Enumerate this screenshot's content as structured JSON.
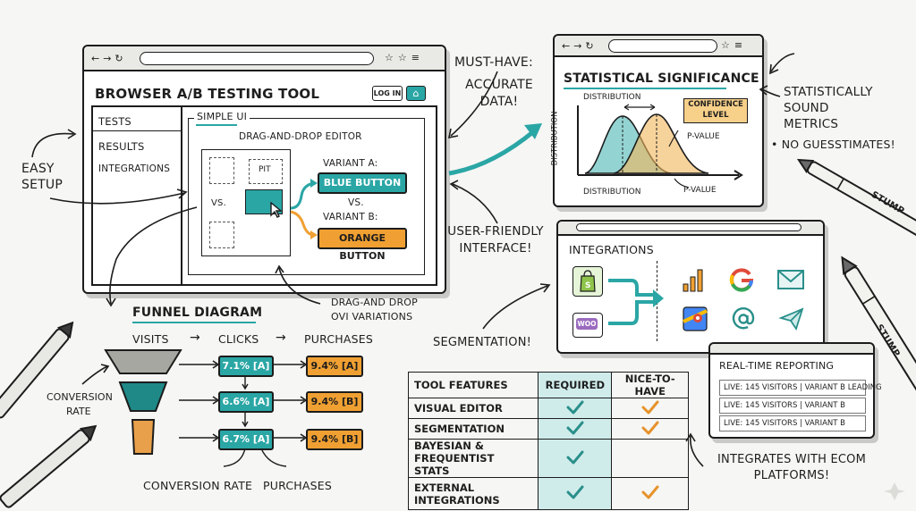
{
  "main_browser": {
    "title": "BROWSER A/B TESTING TOOL",
    "login_label": "LOG IN",
    "home_icon": "home-icon",
    "sidebar_items": [
      "TESTS",
      "RESULTS",
      "INTEGRATIONS"
    ],
    "panel_title": "SIMPLE UI",
    "editor_label": "DRAG-AND-DROP EDITOR",
    "box_label_vs": "VS.",
    "box_label_pit": "PIT",
    "variant_a_label": "VARIANT A:",
    "variant_a_button": "BLUE BUTTON",
    "variant_vs": "VS.",
    "variant_b_label": "VARIANT B:",
    "variant_b_button": "ORANGE BUTTON"
  },
  "annotations": {
    "easy_setup": "EASY SETUP",
    "must_have": "MUST-HAVE:",
    "accurate_data": "ACCURATE DATA!",
    "user_friendly": "USER-FRIENDLY INTERFACE!",
    "drag_drop_variations_1": "DRAG-AND DROP",
    "drag_drop_variations_2": "OVI VARIATIONS",
    "statistically_sound": "STATISTICALLY SOUND METRICS",
    "no_guesstimates": "• NO GUESSTIMATES!",
    "segmentation": "SEGMENTATION!",
    "integrates_ecom": "INTEGRATES WITH ECOM PLATFORMS!"
  },
  "stats_window": {
    "title": "STATISTICAL SIGNIFICANCE",
    "distribution_top": "DISTRIBUTION",
    "confidence_level": "CONFIDENCE LEVEL",
    "p_value_top": "P-VALUE",
    "y_axis": "DISTRIBUTION",
    "distribution_bottom": "DISTRIBUTION",
    "p_value_bottom": "P-VALUE",
    "colors": {
      "curve_a": "#6fc6c4",
      "curve_b": "#f2b55a"
    }
  },
  "integrations_window": {
    "title": "INTEGRATIONS",
    "sources": [
      "shopify-icon",
      "woocommerce-icon"
    ],
    "woo_text": "WOO",
    "targets": [
      "analytics-bars-icon",
      "google-icon",
      "mail-icon",
      "google-maps-icon",
      "at-sign-icon",
      "paper-plane-icon"
    ]
  },
  "realtime": {
    "title": "REAL-TIME REPORTING",
    "rows": [
      {
        "prefix": "LIVE:",
        "text": "145 VISITORS | VARIANT B LEADING"
      },
      {
        "prefix": "LIVE:",
        "text": "145 VISITORS | VARIANT B"
      },
      {
        "prefix": "LIVE:",
        "text": "145 VISITORS | VARIANT B"
      }
    ]
  },
  "funnel": {
    "title": "FUNNEL DIAGRAM",
    "header": [
      "VISITS",
      "CLICKS",
      "PURCHASES"
    ],
    "left_label_1": "CONVERSION",
    "left_label_2": "RATE",
    "rows": [
      {
        "click": "7.1% [A]",
        "purchase": "9.4% [A]"
      },
      {
        "click": "6.6% [A]",
        "purchase": "9.4% [B]"
      },
      {
        "click": "6.7% [A]",
        "purchase": "9.4% [B]"
      }
    ],
    "bottom_left": "CONVERSION RATE",
    "bottom_right": "PURCHASES"
  },
  "features_table": {
    "headers": [
      "TOOL FEATURES",
      "REQUIRED",
      "NICE-TO-HAVE"
    ],
    "rows": [
      {
        "feature": [
          "VISUAL EDITOR"
        ],
        "required": true,
        "nice": true
      },
      {
        "feature": [
          "SEGMENTATION"
        ],
        "required": true,
        "nice": true
      },
      {
        "feature": [
          "BAYESIAN &",
          "FREQUENTIST STATS"
        ],
        "required": true,
        "nice": false
      },
      {
        "feature": [
          "EXTERNAL",
          "INTEGRATIONS"
        ],
        "required": true,
        "nice": true
      }
    ],
    "check_colors": {
      "required": "#2a8f8a",
      "nice": "#e6922a"
    }
  },
  "pens": {
    "label_1": "STUMP",
    "label_2": "STUMP"
  }
}
